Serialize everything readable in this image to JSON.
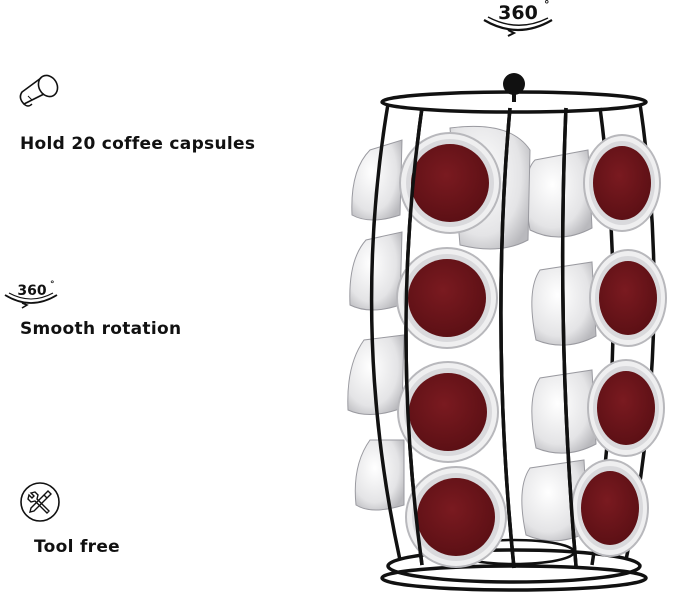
{
  "top_badge": {
    "rotation_text": "360",
    "degree": "°",
    "icon": "rotate-360-icon"
  },
  "features": [
    {
      "icon": "coffee-capsule-icon",
      "label": "Hold 20 coffee capsules"
    },
    {
      "icon": "rotate-360-icon",
      "label": "Smooth rotation",
      "rotation_text": "360",
      "degree": "°"
    },
    {
      "icon": "wrench-screwdriver-icon",
      "label": "Tool free"
    }
  ],
  "colors": {
    "frame": "#111111",
    "capsule_lid": "#6b1419",
    "capsule_cup": "#e9e9ea",
    "ring": "#c9c9cc"
  }
}
